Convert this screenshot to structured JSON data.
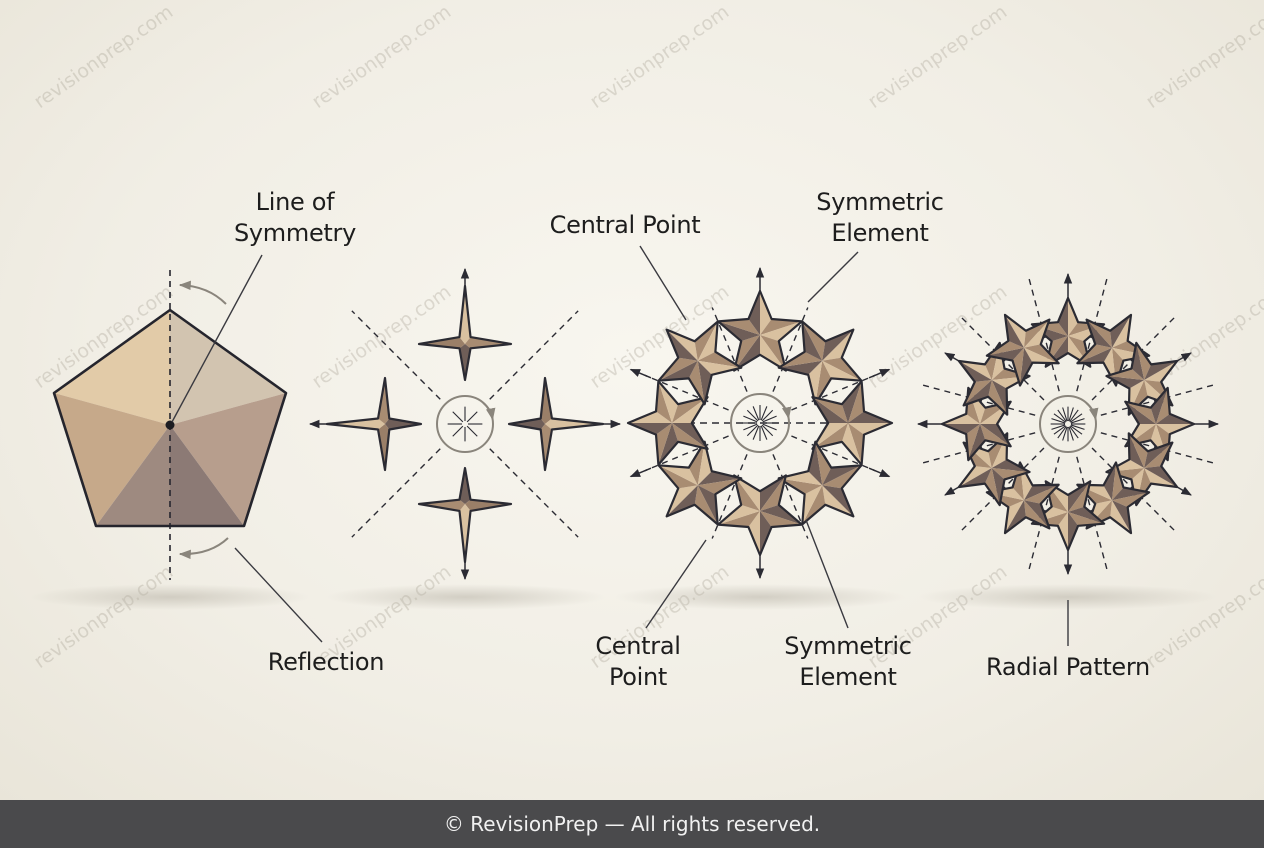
{
  "labels": {
    "line_of_symmetry": "Line of Symmetry",
    "reflection": "Reflection",
    "central_point_top": "Central Point",
    "symmetric_element_top": "Symmetric Element",
    "central_point_bottom": "Central Point",
    "symmetric_element_bottom": "Symmetric Element",
    "radial_pattern": "Radial Pattern"
  },
  "watermark": "revisionprep.com",
  "footer": {
    "text": "© RevisionPrep — All rights reserved."
  },
  "colors": {
    "background": "#f1eee5",
    "footer_bg": "#4a4a4c",
    "outline": "#2b2b33",
    "shape_light": "#d9c1a0",
    "shape_mid": "#a88c72",
    "shape_dark": "#6f5e58"
  },
  "figures": [
    {
      "name": "reflection-symmetry",
      "shape": "pentagon",
      "axes": 1
    },
    {
      "name": "rotational-symmetry-order-4",
      "shape": "4-point star",
      "elements": 4
    },
    {
      "name": "rotational-symmetry-order-8",
      "shape": "5-point star",
      "elements": 8
    },
    {
      "name": "radial-symmetry-order-12",
      "shape": "5-point star",
      "elements": 12
    }
  ]
}
